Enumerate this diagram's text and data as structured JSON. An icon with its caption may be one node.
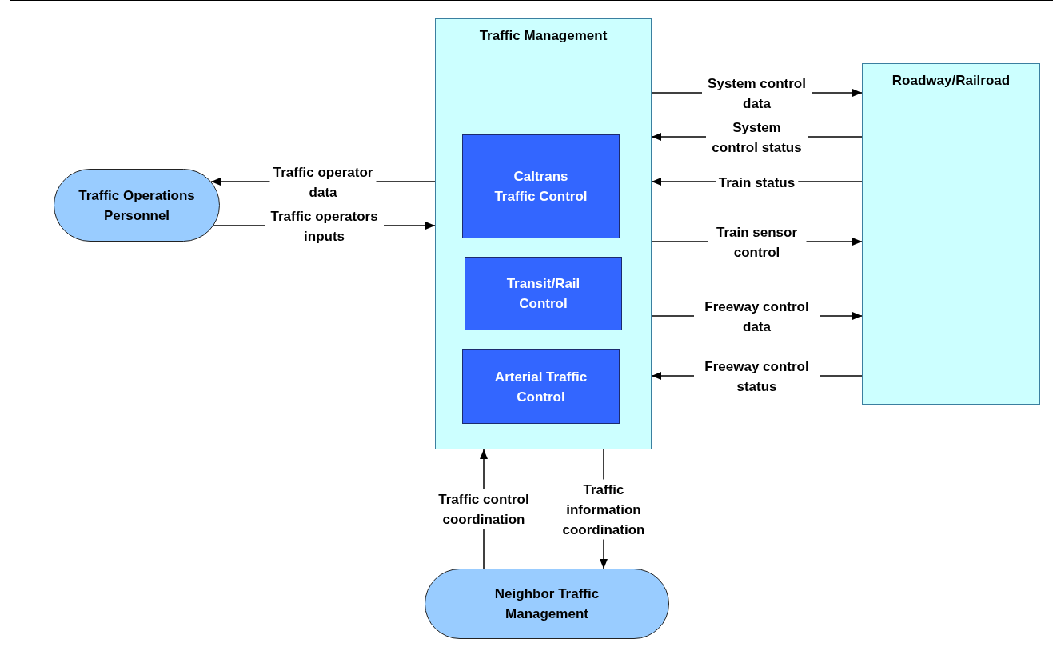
{
  "diagram": {
    "nodes": [
      {
        "text": [
          "Traffic Management"
        ]
      },
      {
        "text": [
          "Caltrans Traffic Control"
        ],
        "in": 0
      },
      {
        "text": [
          "Transit/Rail Control"
        ],
        "in": 0
      },
      {
        "text": [
          "Arterial Traffic Control"
        ],
        "in": 0
      },
      {
        "text": [
          "Traffic Operations Personnel"
        ]
      },
      {
        "text": [
          "Roadway/Railroad"
        ]
      },
      {
        "text": [
          "Neighbor Traffic Management"
        ]
      }
    ],
    "edges": [
      {
        "from": 0,
        "to": 4,
        "arrow": "to",
        "label": "Traffic operator data"
      },
      {
        "from": 4,
        "to": 0,
        "arrow": "to",
        "label": "Traffic operators inputs"
      },
      {
        "from": 0,
        "to": 5,
        "arrow": "to",
        "label": "System control data"
      },
      {
        "from": 5,
        "to": 0,
        "arrow": "to",
        "label": "System control status"
      },
      {
        "from": 5,
        "to": 0,
        "arrow": "to",
        "label": "Train status"
      },
      {
        "from": 0,
        "to": 5,
        "arrow": "to",
        "label": "Train sensor control"
      },
      {
        "from": 0,
        "to": 5,
        "arrow": "to",
        "label": "Freeway control data"
      },
      {
        "from": 5,
        "to": 0,
        "arrow": "to",
        "label": "Freeway control status"
      },
      {
        "from": 6,
        "to": 0,
        "arrow": "to",
        "label": "Traffic control coordination"
      },
      {
        "from": 0,
        "to": 6,
        "arrow": "to",
        "label": "Traffic information coordination"
      }
    ]
  }
}
